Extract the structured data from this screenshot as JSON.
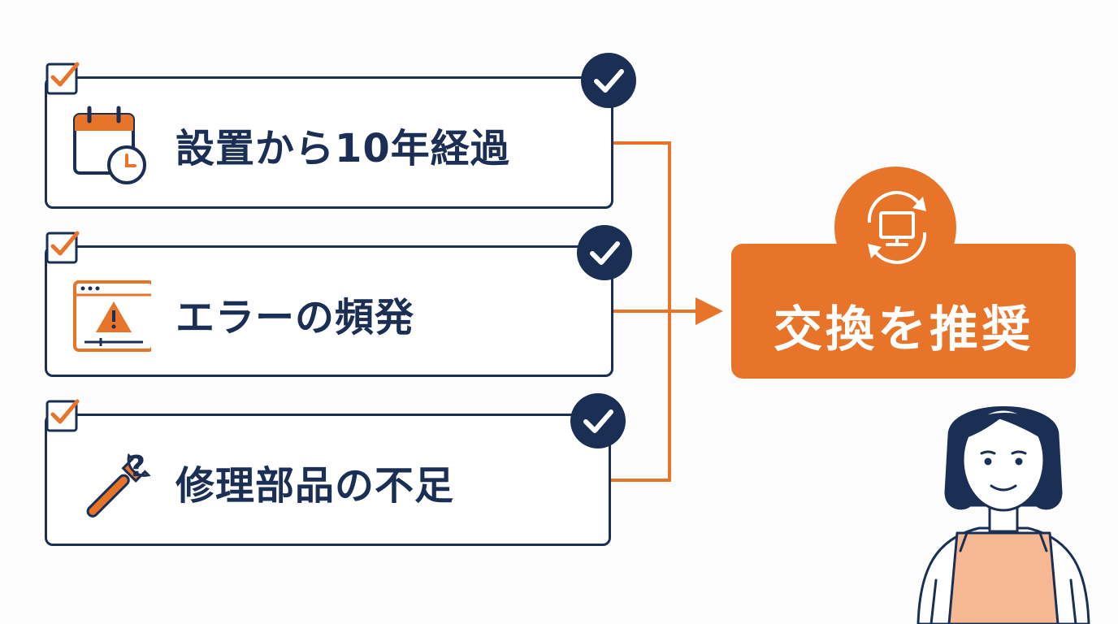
{
  "items": [
    {
      "label": "設置から10年経過",
      "icon": "calendar-clock-icon"
    },
    {
      "label": "エラーの頻発",
      "icon": "error-window-icon"
    },
    {
      "label": "修理部品の不足",
      "icon": "wrench-question-icon"
    }
  ],
  "result": {
    "label": "交換を推奨",
    "icon": "refresh-monitor-icon"
  },
  "colors": {
    "navy": "#1b2f55",
    "orange": "#e8742a",
    "apron": "#f6b793"
  }
}
